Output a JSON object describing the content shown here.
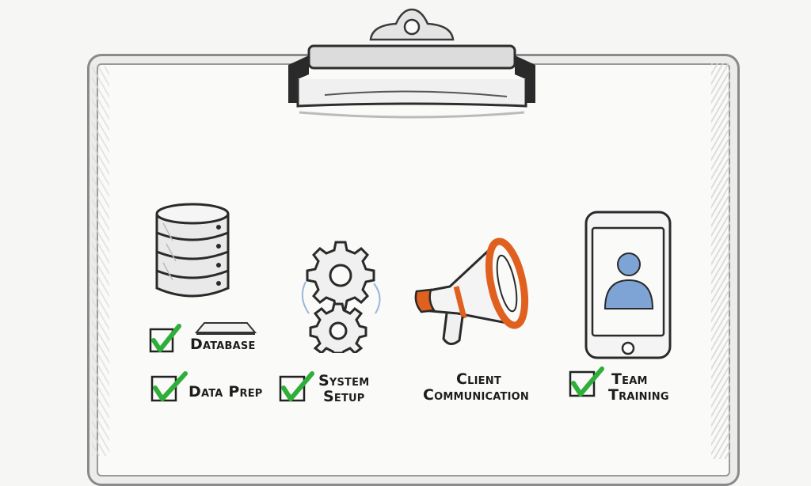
{
  "checklist": {
    "items": [
      {
        "label": "Database",
        "checked": true,
        "icon": "database-icon"
      },
      {
        "label": "Data Prep",
        "checked": true
      },
      {
        "label_line1": "System",
        "label_line2": "Setup",
        "checked": true,
        "icon": "gears-icon"
      },
      {
        "label_line1": "Client",
        "label_line2": "Communication",
        "checked": false,
        "icon": "megaphone-icon"
      },
      {
        "label_line1": "Team",
        "label_line2": "Training",
        "checked": true,
        "icon": "smartphone-user-icon"
      }
    ]
  },
  "colors": {
    "check": "#2fae3a",
    "megaphone": "#e0601f",
    "user": "#7ea4d6",
    "ink": "#1d1d1d"
  }
}
